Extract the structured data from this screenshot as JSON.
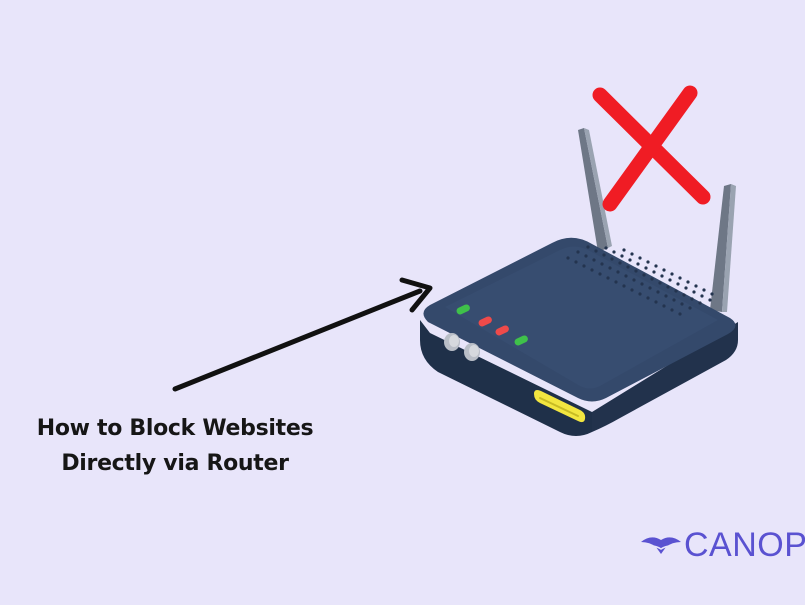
{
  "background_color": "#e8e5fa",
  "caption": {
    "line1": "How to Block Websites",
    "line2": "Directly via Router"
  },
  "brand": {
    "name": "CANOPY",
    "color": "#5a52d1"
  },
  "illustration": {
    "subject": "wifi-router",
    "router_color": "#2e4466",
    "led_colors": [
      "#3fc14a",
      "#ee4a4a",
      "#ee4a4a",
      "#3fc14a"
    ],
    "port_color": "#f2e640",
    "cross_mark_color": "#f01c24",
    "arrow_color": "#111111"
  }
}
